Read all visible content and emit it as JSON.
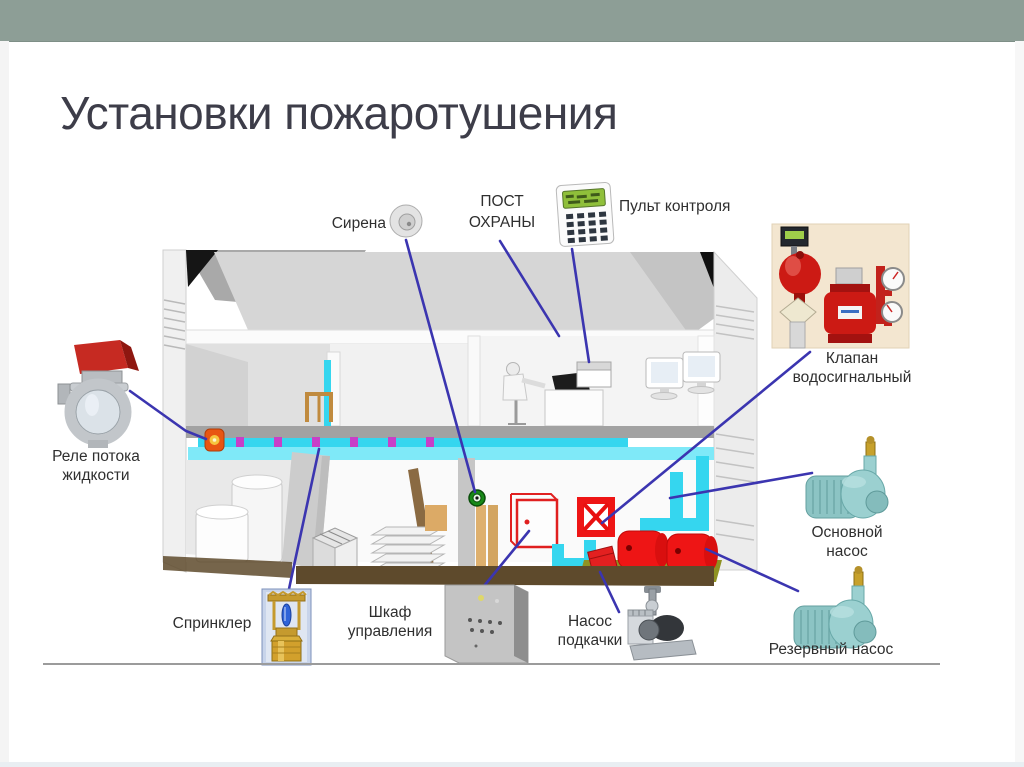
{
  "slide": {
    "title": "Установки пожаротушения"
  },
  "callouts": {
    "flow_relay": {
      "lines": [
        "Реле потока",
        "жидкости"
      ]
    },
    "siren": {
      "lines": [
        "Сирена"
      ]
    },
    "guard_post": {
      "lines": [
        "ПОСТ",
        "ОХРАНЫ"
      ]
    },
    "control_panel": {
      "lines": [
        "Пульт контроля"
      ]
    },
    "alarm_valve": {
      "lines": [
        "Клапан",
        "водосигнальный"
      ]
    },
    "main_pump": {
      "lines": [
        "Основной",
        "насос"
      ]
    },
    "reserve_pump": {
      "lines": [
        "Резервный насос"
      ]
    },
    "sprinkler": {
      "lines": [
        "Спринклер"
      ]
    },
    "control_cabinet": {
      "lines": [
        "Шкаф",
        "управления"
      ]
    },
    "booster_pump": {
      "lines": [
        "Насос",
        "подкачки"
      ]
    }
  },
  "colors": {
    "header_bar": "#8D9E96",
    "title_text": "#3D3D49",
    "callout_line": "#3B35B0",
    "pipe_cyan": "#35D6EF",
    "pipe_cyan_light": "#7FE9F8",
    "sprinkler_magenta": "#C83FC8",
    "alarm_red": "#CC1A14",
    "pump_red": "#EE1515",
    "pump_teal": "#8CC4C4",
    "floor_brown": "#5E4A2C",
    "divider": "#9B9B9B"
  }
}
